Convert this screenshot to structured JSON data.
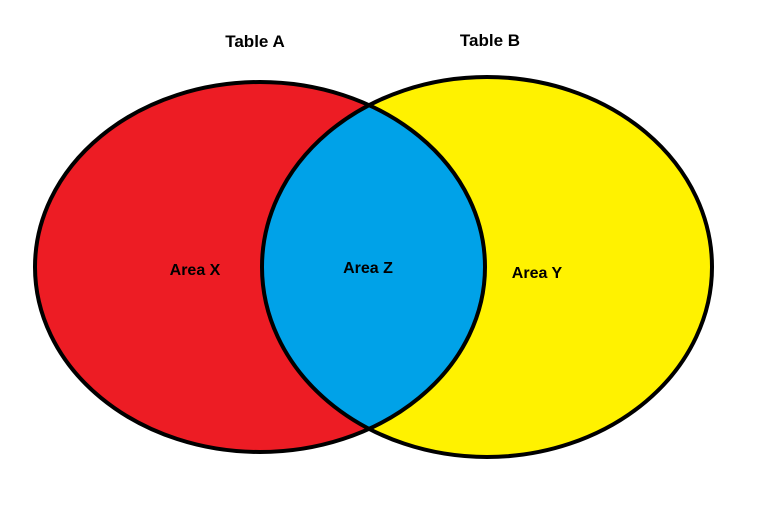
{
  "titles": {
    "table_a": "Table A",
    "table_b": "Table B"
  },
  "areas": {
    "x": "Area X",
    "y": "Area Y",
    "z": "Area Z"
  },
  "colors": {
    "table_a_fill": "#ed1c24",
    "table_b_fill": "#fff200",
    "overlap_fill": "#00a2e8",
    "outline": "#000000"
  }
}
